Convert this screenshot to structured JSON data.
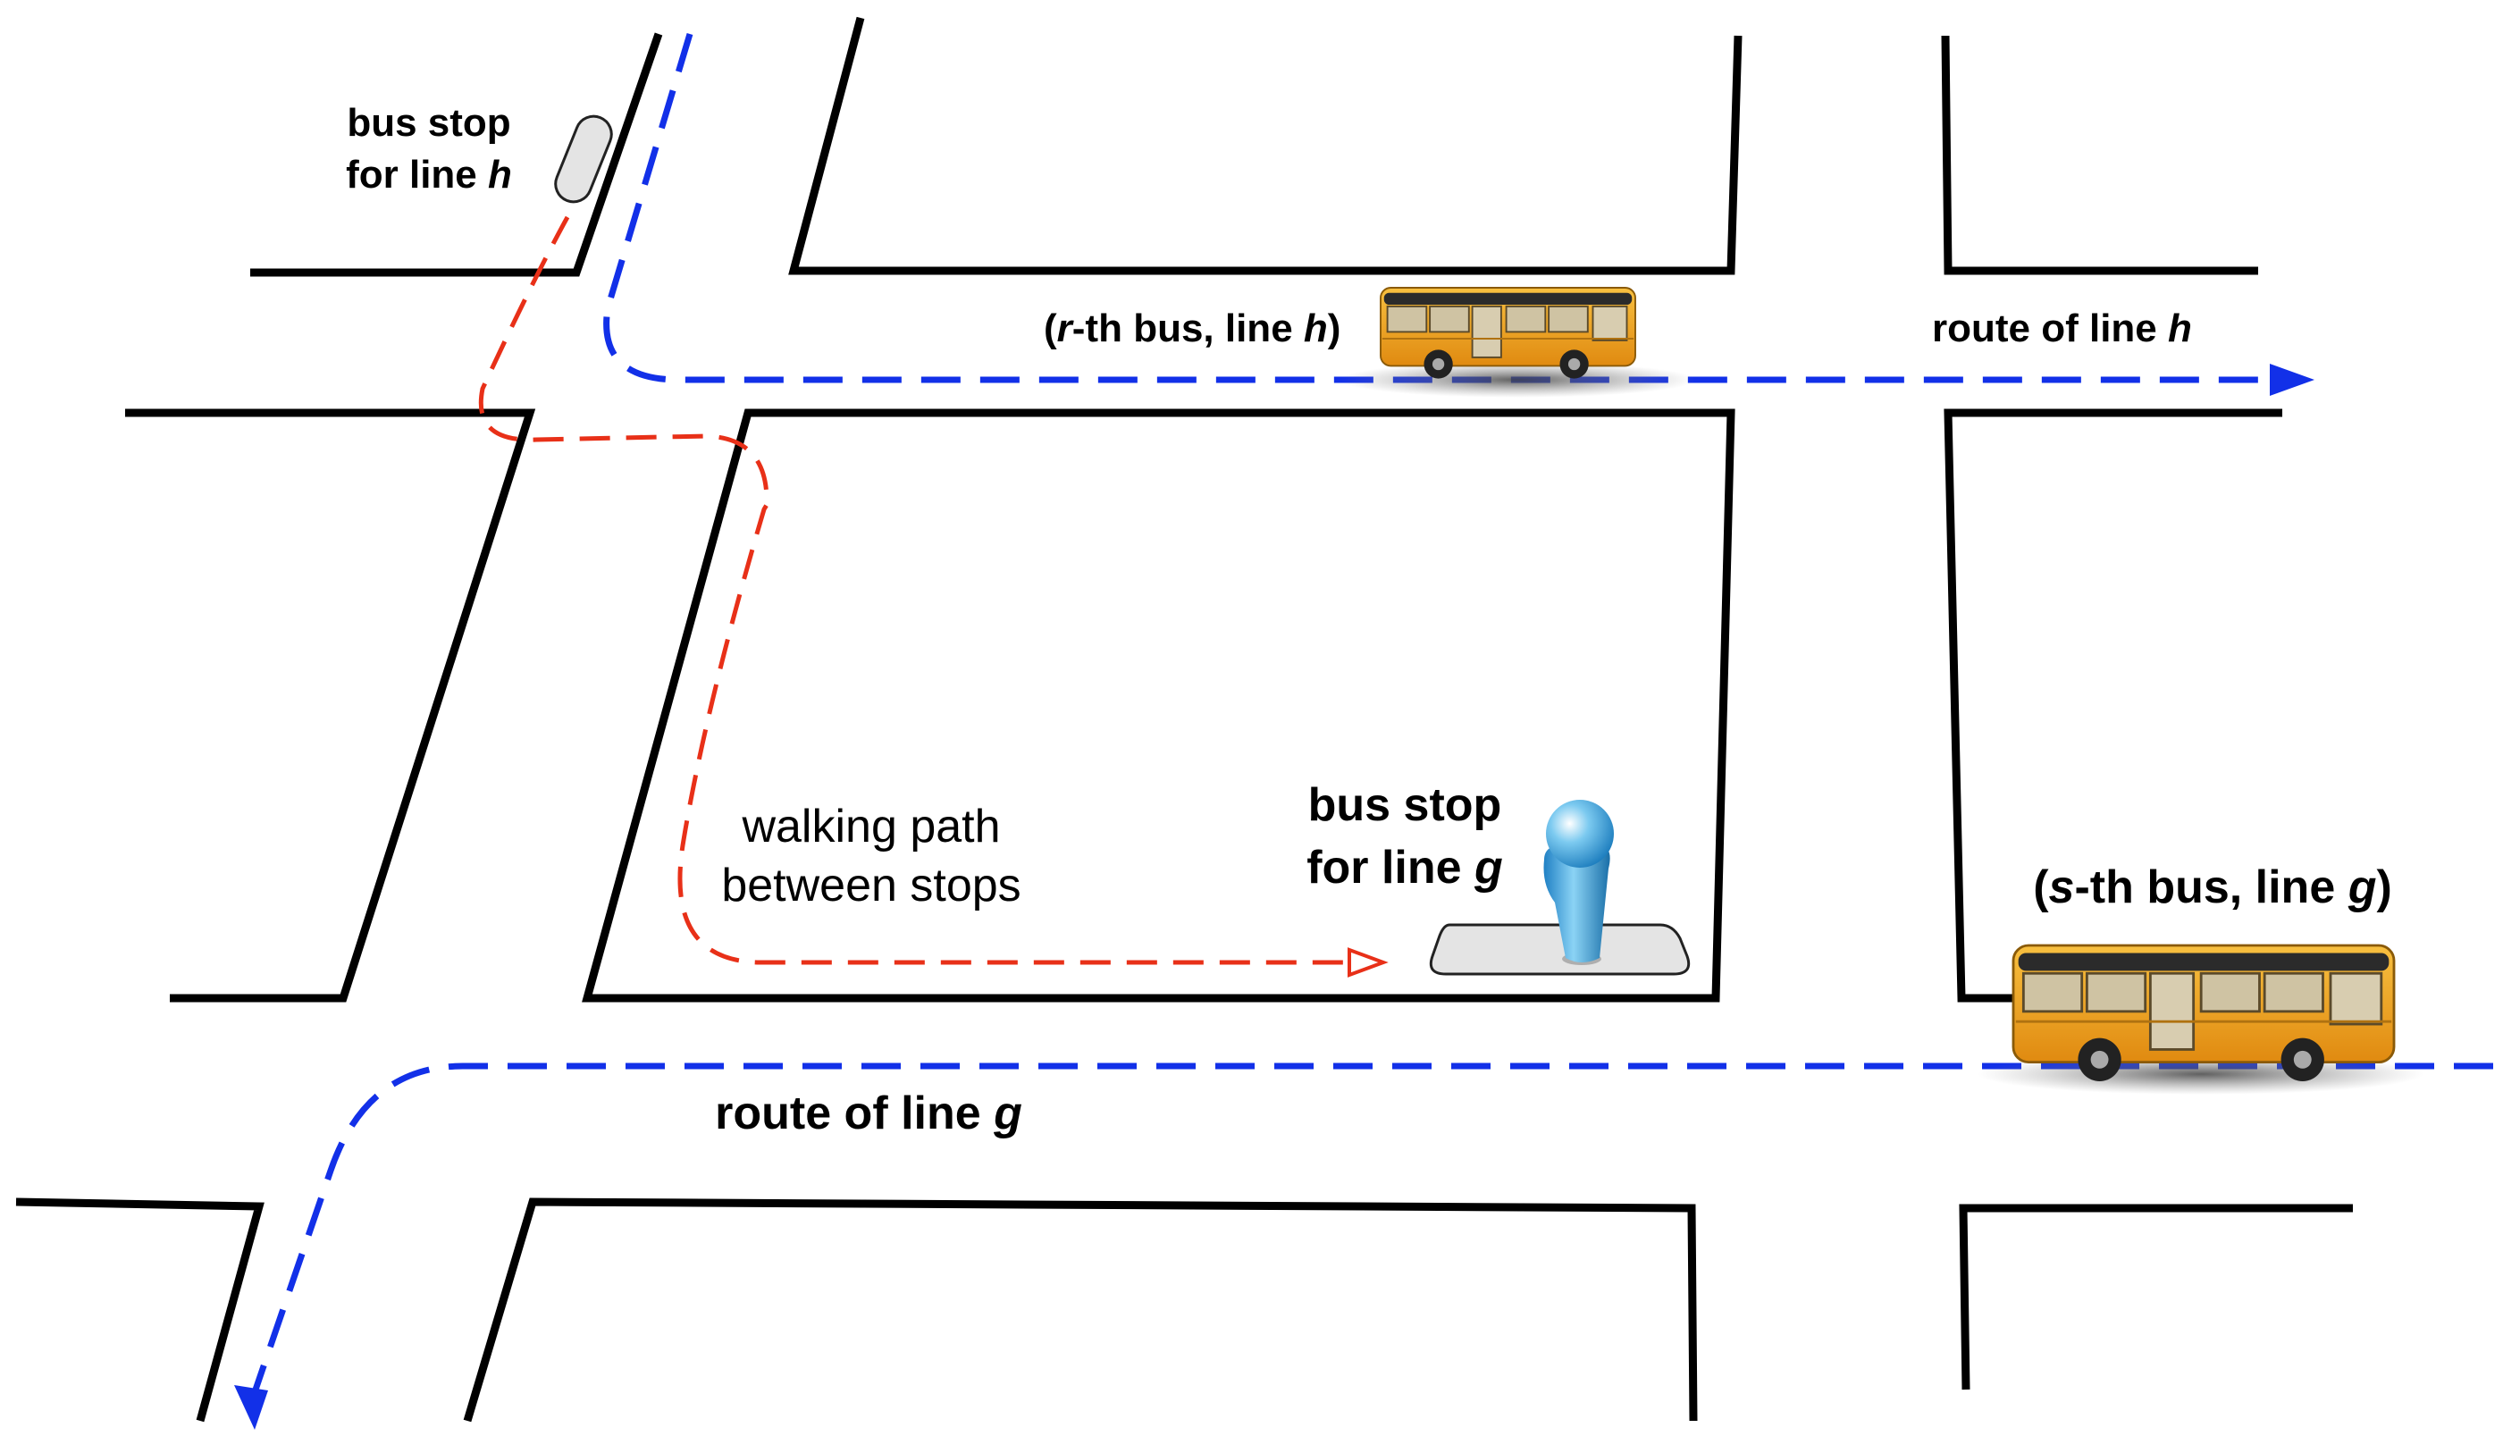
{
  "labels": {
    "stop_h_line1": "bus stop",
    "stop_h_line2_prefix": "for line ",
    "stop_h_line2_var": "h",
    "bus_h_open": "(",
    "bus_h_var1": "r",
    "bus_h_mid": "-th bus, line ",
    "bus_h_var2": "h",
    "bus_h_close": ")",
    "route_h_prefix": "route of line ",
    "route_h_var": "h",
    "walk_line1": "walking path",
    "walk_line2": "between stops",
    "stop_g_line1": "bus stop",
    "stop_g_line2_prefix": "for line ",
    "stop_g_line2_var": "g",
    "bus_g_open": "(",
    "bus_g_var1": "s",
    "bus_g_mid": "-th bus, line ",
    "bus_g_var2": "g",
    "bus_g_close": ")",
    "route_g_prefix": "route of line ",
    "route_g_var": "g"
  },
  "colors": {
    "street": "#000000",
    "route_line": "#1230e8",
    "walking_path": "#e83018",
    "bus_body": "#f2a31b",
    "bus_window": "#cfc3a3",
    "stop_pad": "#e4e4e4",
    "person": "#3aa6e0"
  },
  "icons": [
    "bus-icon",
    "person-icon",
    "bus-stop-pad-icon",
    "arrow-head-icon"
  ]
}
